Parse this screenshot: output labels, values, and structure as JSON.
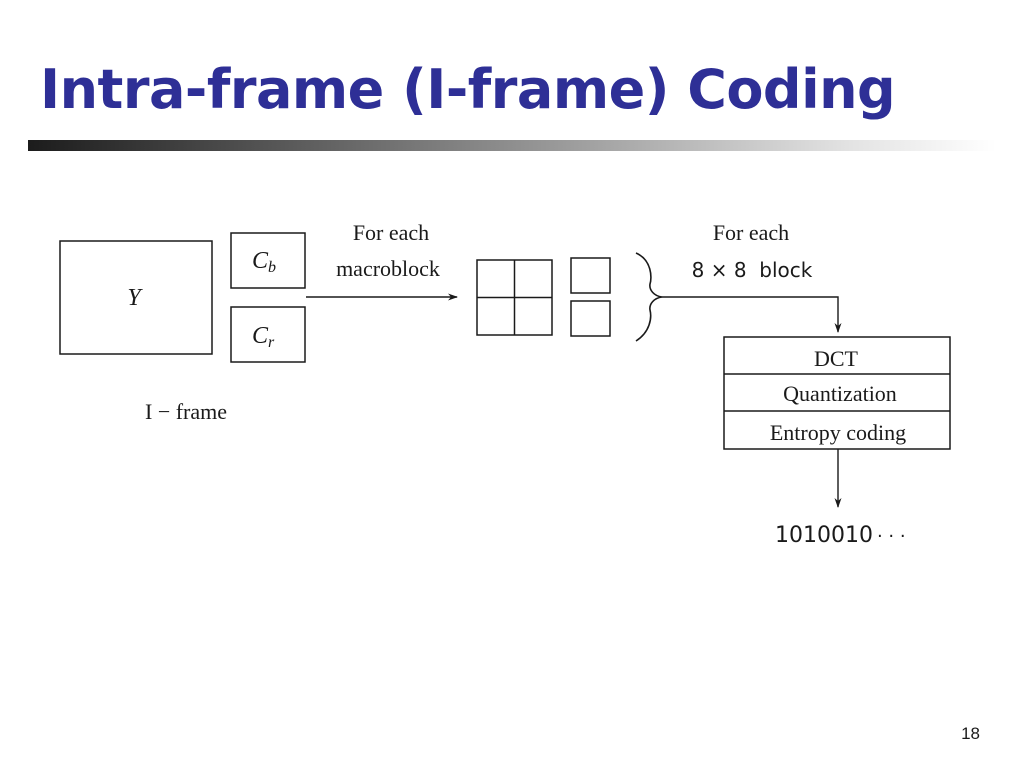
{
  "slide": {
    "title": "Intra-frame (I-frame) Coding",
    "page_number": "18"
  },
  "diagram": {
    "frame": {
      "y_label": "Y",
      "cb_base": "C",
      "cb_sub": "b",
      "cr_base": "C",
      "cr_sub": "r",
      "caption": "I − frame"
    },
    "macroblock_step": {
      "line1": "For each",
      "line2": "macroblock"
    },
    "block_step": {
      "line1": "For each",
      "line2": "8 × 8  block"
    },
    "pipeline": {
      "stage1": "DCT",
      "stage2": "Quantization",
      "stage3": "Entropy coding"
    },
    "output": {
      "bits": "1010010",
      "ellipsis": "· · ·"
    }
  }
}
